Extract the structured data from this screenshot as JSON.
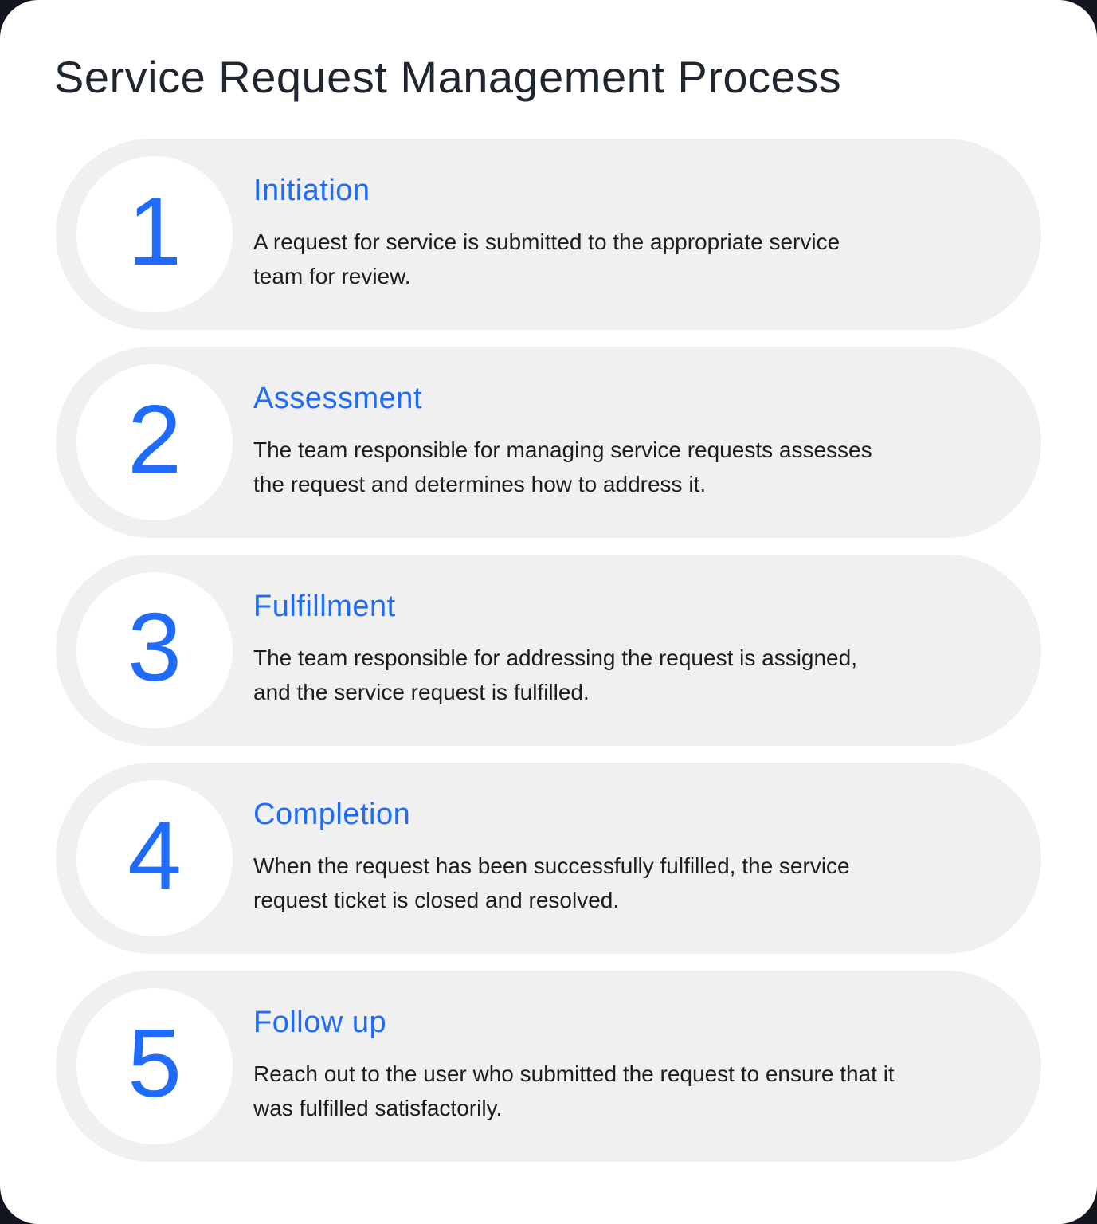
{
  "page": {
    "title": "Service Request Management Process"
  },
  "theme": {
    "accent_blue": "#1f6bfb",
    "card_bg": "#ffffff",
    "step_bg": "#f0f0f1",
    "title_color": "#20262e",
    "body_color": "#1d1d1f",
    "outer_bg": "#12161c"
  },
  "steps": [
    {
      "number": "1",
      "title": "Initiation",
      "description": "A request for service is submitted to the appropriate service\nteam for review."
    },
    {
      "number": "2",
      "title": "Assessment",
      "description": "The team responsible for managing service requests assesses\nthe request and determines how to address it."
    },
    {
      "number": "3",
      "title": "Fulfillment",
      "description": "The team responsible for addressing the request is assigned,\nand the service request is fulfilled."
    },
    {
      "number": "4",
      "title": "Completion",
      "description": "When the request has been successfully fulfilled, the service\nrequest ticket is closed and resolved."
    },
    {
      "number": "5",
      "title": "Follow up",
      "description": "Reach out to the user who submitted the request to ensure that it\nwas fulfilled satisfactorily."
    }
  ]
}
